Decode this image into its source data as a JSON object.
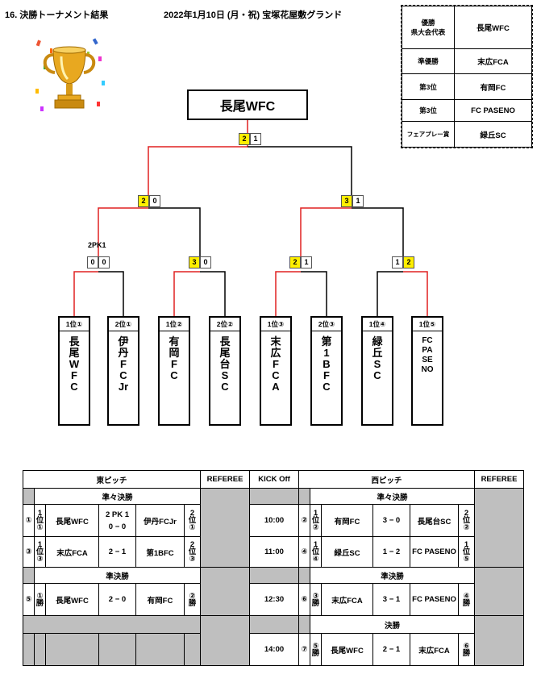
{
  "header": {
    "title": "16. 決勝トーナメント結果",
    "date_venue": "2022年1月10日 (月・祝) 宝塚花屋敷グランド"
  },
  "results": [
    {
      "label": "優勝\n県大会代表",
      "team": "長尾WFC"
    },
    {
      "label": "準優勝",
      "team": "末広FCA"
    },
    {
      "label": "第3位",
      "team": "有岡FC"
    },
    {
      "label": "第3位",
      "team": "FC PASENO"
    },
    {
      "label": "フェアプレー賞",
      "team": "緑丘SC"
    }
  ],
  "champion": "長尾WFC",
  "bracket": {
    "final": {
      "left": "2",
      "right": "1"
    },
    "semi_left": {
      "left": "2",
      "right": "0"
    },
    "semi_right": {
      "left": "3",
      "right": "1"
    },
    "qf1": {
      "left": "0",
      "right": "0",
      "note": "2PK1"
    },
    "qf2": {
      "left": "3",
      "right": "0"
    },
    "qf3": {
      "left": "2",
      "right": "1"
    },
    "qf4": {
      "left": "1",
      "right": "2"
    }
  },
  "teams": [
    {
      "rank": "1位①",
      "name": "長尾WFC"
    },
    {
      "rank": "2位①",
      "name": "伊丹FCJr"
    },
    {
      "rank": "1位②",
      "name": "有岡FC"
    },
    {
      "rank": "2位②",
      "name": "長尾台SC"
    },
    {
      "rank": "1位③",
      "name": "末広FCA"
    },
    {
      "rank": "2位③",
      "name": "第1BFC"
    },
    {
      "rank": "1位④",
      "name": "緑丘SC"
    },
    {
      "rank": "1位⑤",
      "name": "FC PASENO"
    }
  ],
  "schedule": {
    "headers": {
      "east": "東ピッチ",
      "referee": "REFEREE",
      "kickoff": "KICK Off",
      "west": "西ピッチ"
    },
    "rounds": {
      "qf": "準々決勝",
      "sf": "準決勝",
      "final": "決勝"
    },
    "matches": {
      "m1": {
        "no": "①",
        "l_rank": "1\n位\n①",
        "l_team": "長尾WFC",
        "score_top": "2 PK 1",
        "score": "0 − 0",
        "r_team": "伊丹FCJr",
        "r_rank": "2\n位\n①"
      },
      "m2": {
        "no": "②",
        "l_rank": "1\n位\n②",
        "l_team": "有岡FC",
        "score": "3 − 0",
        "r_team": "長尾台SC",
        "r_rank": "2\n位\n②"
      },
      "m3": {
        "no": "③",
        "l_rank": "1\n位\n③",
        "l_team": "末広FCA",
        "score": "2 − 1",
        "r_team": "第1BFC",
        "r_rank": "2\n位\n③"
      },
      "m4": {
        "no": "④",
        "l_rank": "1\n位\n④",
        "l_team": "緑丘SC",
        "score": "1 − 2",
        "r_team": "FC PASENO",
        "r_rank": "1\n位\n⑤"
      },
      "m5": {
        "no": "⑤",
        "l_rank": "①\n勝",
        "l_team": "長尾WFC",
        "score": "2 − 0",
        "r_team": "有岡FC",
        "r_rank": "②\n勝"
      },
      "m6": {
        "no": "⑥",
        "l_rank": "③\n勝",
        "l_team": "末広FCA",
        "score": "3 − 1",
        "r_team": "FC PASENO",
        "r_rank": "④\n勝"
      },
      "m7": {
        "no": "⑦",
        "l_rank": "⑤\n勝",
        "l_team": "長尾WFC",
        "score": "2 − 1",
        "r_team": "末広FCA",
        "r_rank": "⑥\n勝"
      }
    },
    "times": {
      "t1": "10:00",
      "t2": "11:00",
      "t3": "12:30",
      "t4": "14:00"
    }
  },
  "colors": {
    "winner_line": "#e02020",
    "winner_score": "#ffef00",
    "gray_cell": "#bfbfbf"
  }
}
